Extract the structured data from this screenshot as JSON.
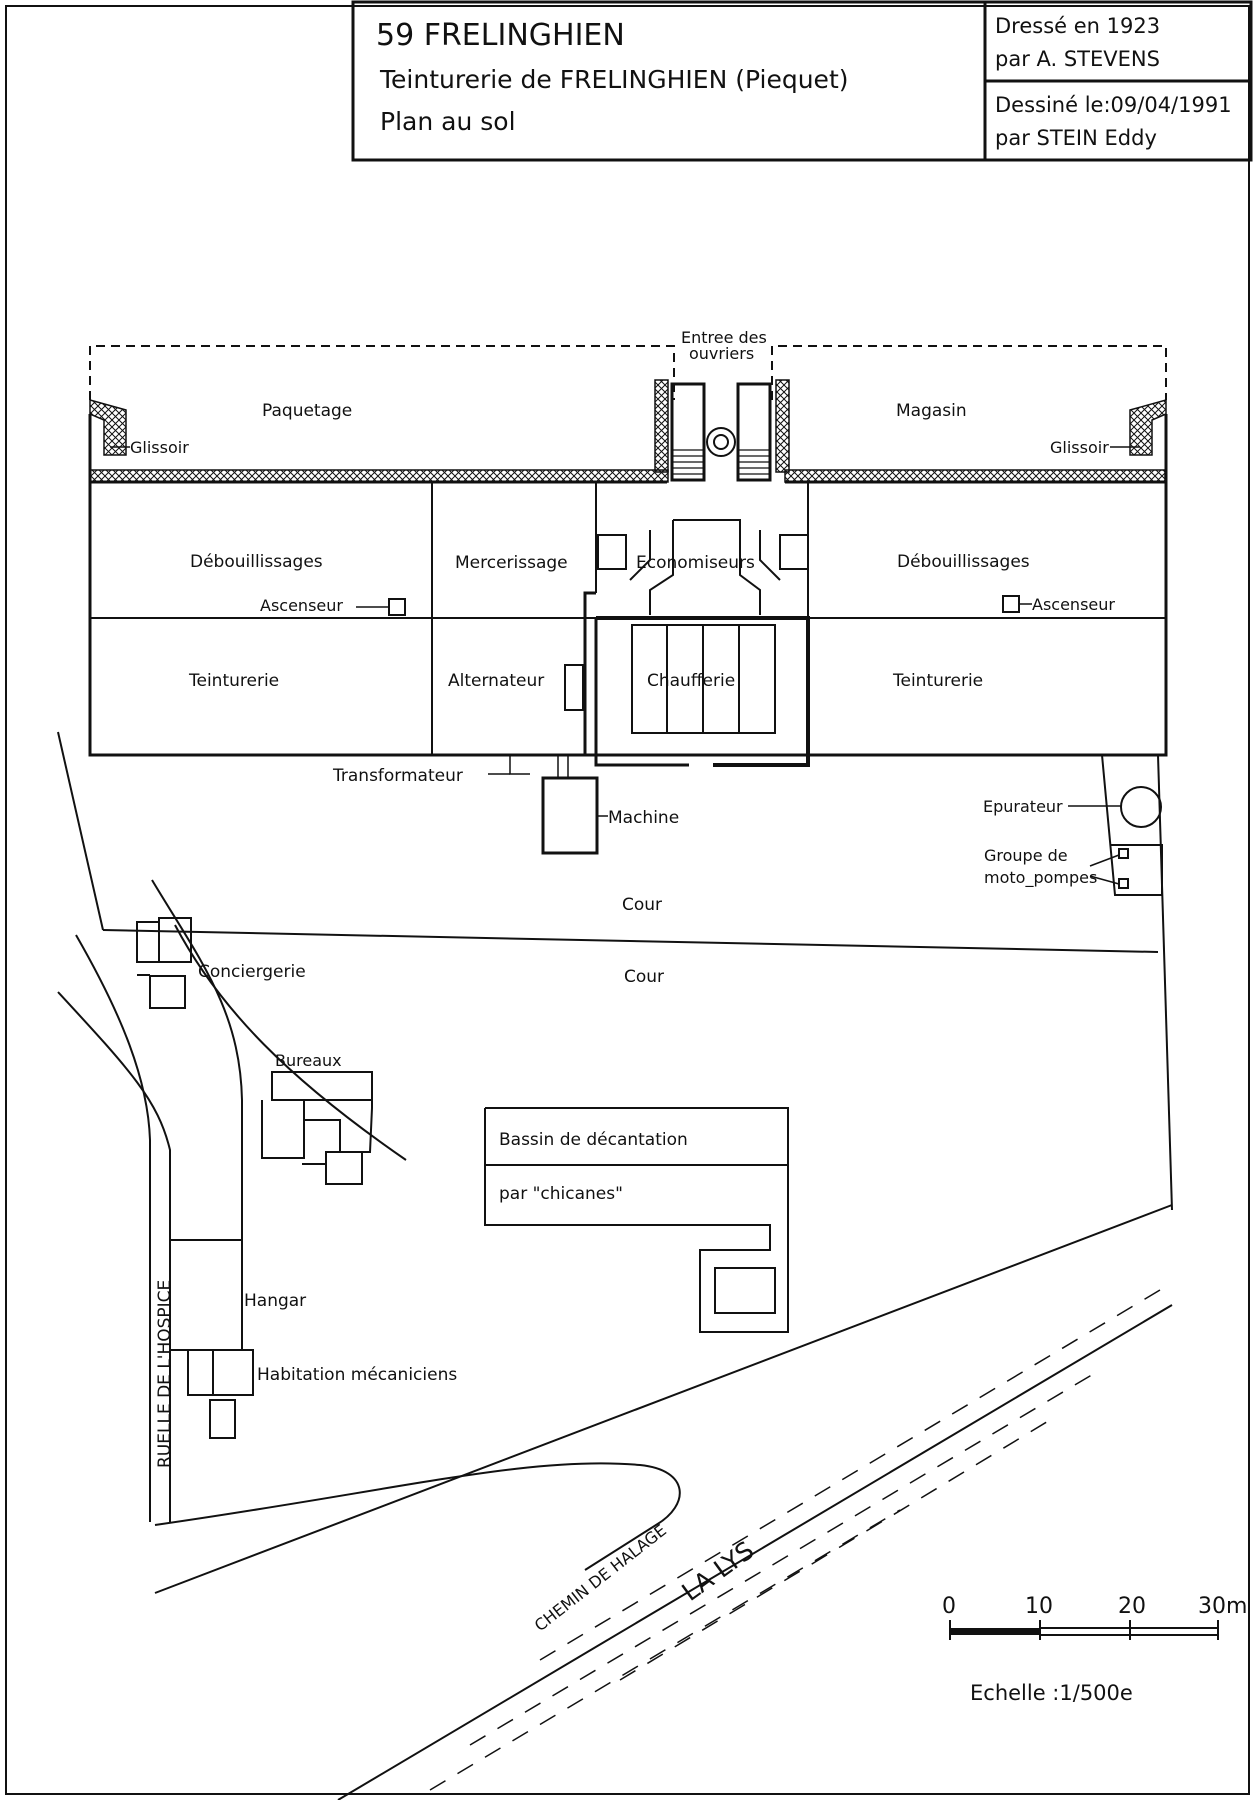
{
  "header": {
    "title": "59 FRELINGHIEN",
    "subtitle": "Teinturerie de FRELINGHIEN (Piequet)",
    "plan_type": "Plan au sol",
    "dresse": "Dressé en 1923",
    "dresse_par": "par A. STEVENS",
    "dessine": "Dessiné le:09/04/1991",
    "dessine_par": "par STEIN Eddy"
  },
  "labels": {
    "entree_1": "Entree des",
    "entree_2": "ouvriers",
    "paquetage": "Paquetage",
    "magasin": "Magasin",
    "glissoir_left": "Glissoir",
    "glissoir_right": "Glissoir",
    "debouillissages_left": "Débouillissages",
    "debouillissages_right": "Débouillissages",
    "mercerissage": "Mercerissage",
    "economiseurs": "Economiseurs",
    "ascenseur_left": "Ascenseur",
    "ascenseur_right": "Ascenseur",
    "teinturerie_left": "Teinturerie",
    "teinturerie_right": "Teinturerie",
    "alternateur": "Alternateur",
    "chaufferie": "Chaufferie",
    "transformateur": "Transformateur",
    "machine": "Machine",
    "epurateur": "Epurateur",
    "groupe_1": "Groupe de",
    "groupe_2": "moto_pompes",
    "cour_1": "Cour",
    "cour_2": "Cour",
    "conciergerie": "Conciergerie",
    "bureaux": "Bureaux",
    "bassin_1": "Bassin de décantation",
    "bassin_2": "par \"chicanes\"",
    "hangar": "Hangar",
    "habitation": "Habitation mécaniciens",
    "ruelle": "RUELLE DE L'HOSPICE",
    "chemin": "CHEMIN DE HALAGE",
    "la_lys": "LA LYS"
  },
  "scale": {
    "ticks": [
      "0",
      "10",
      "20",
      "30m"
    ],
    "label": "Echelle :1/500e"
  }
}
